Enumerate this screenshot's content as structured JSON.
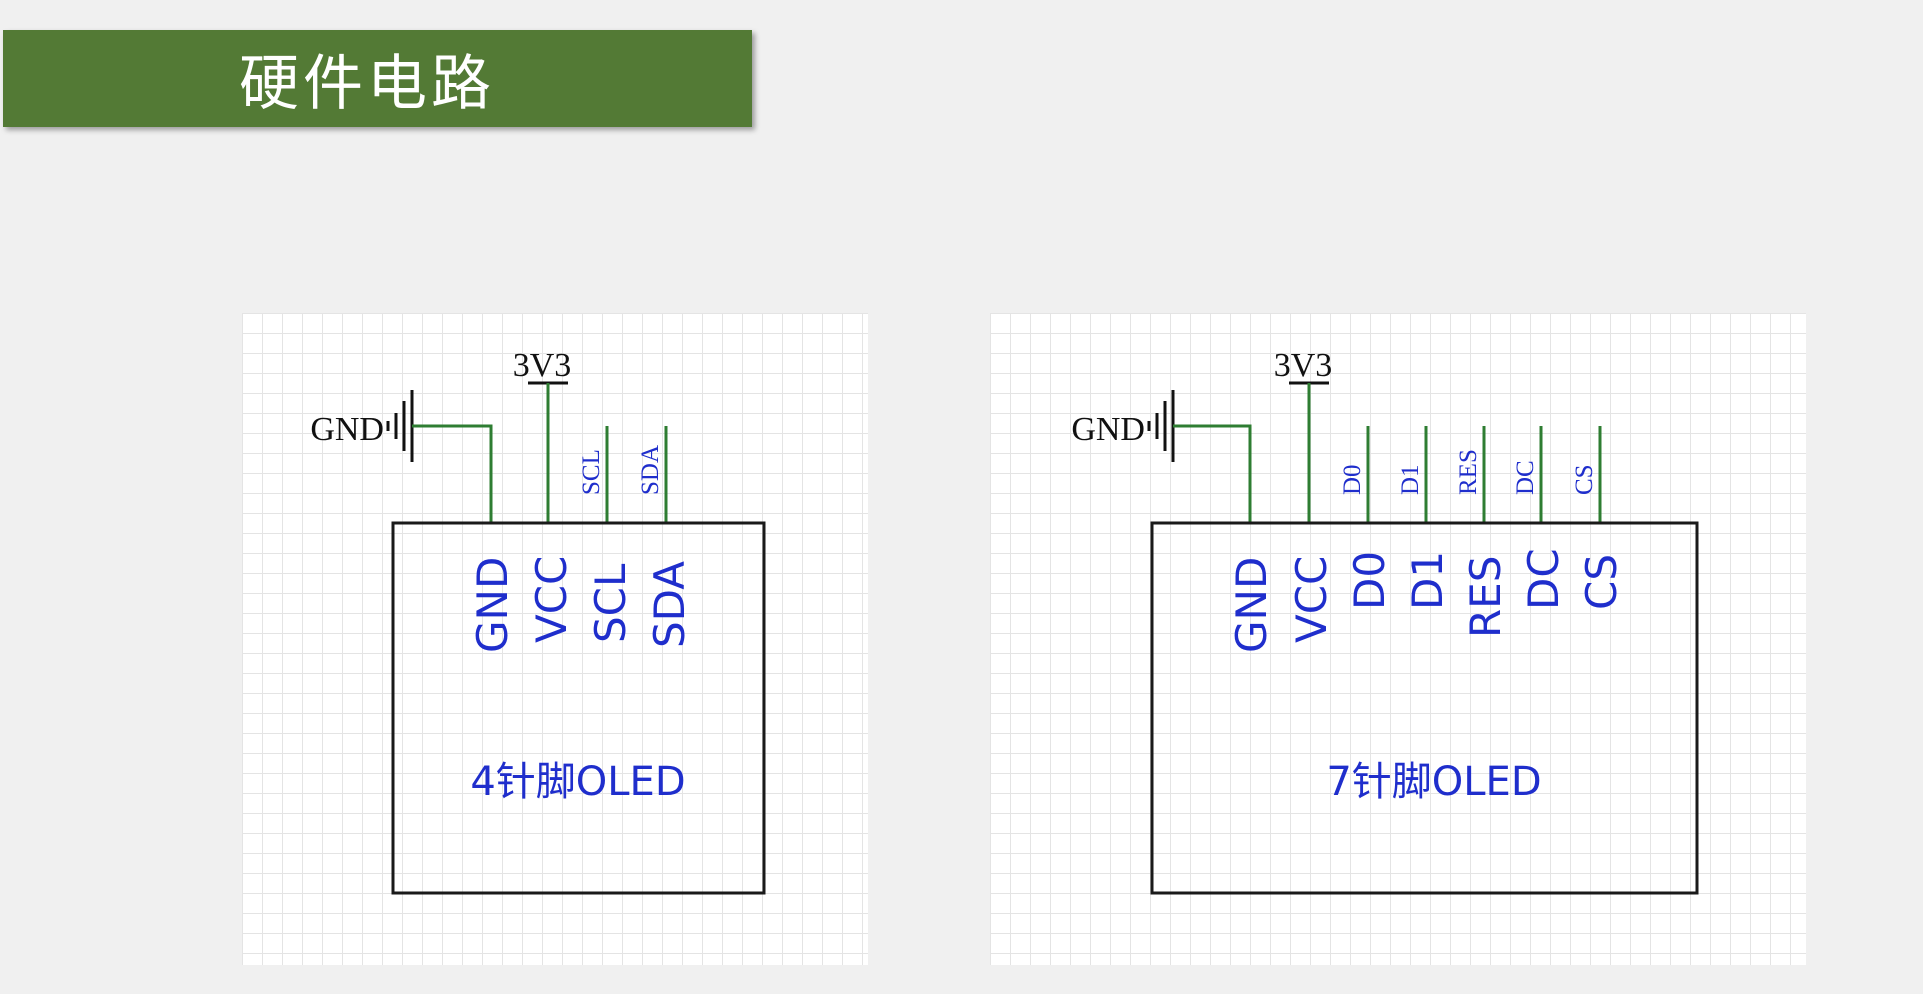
{
  "header": {
    "title": "硬件电路"
  },
  "diagram_4pin": {
    "power_label": "3V3",
    "ground_label": "GND",
    "module_label": "4针脚OLED",
    "net_labels": [
      "SCL",
      "SDA"
    ],
    "pins": [
      "GND",
      "VCC",
      "SCL",
      "SDA"
    ]
  },
  "diagram_7pin": {
    "power_label": "3V3",
    "ground_label": "GND",
    "module_label": "7针脚OLED",
    "net_labels": [
      "D0",
      "D1",
      "RES",
      "DC",
      "CS"
    ],
    "pins": [
      "GND",
      "VCC",
      "D0",
      "D1",
      "RES",
      "DC",
      "CS"
    ]
  },
  "colors": {
    "title_bar": "#537a35",
    "wire": "#2e7d32",
    "pin_text": "#1f2ecc",
    "outline": "#1a1a1a"
  }
}
